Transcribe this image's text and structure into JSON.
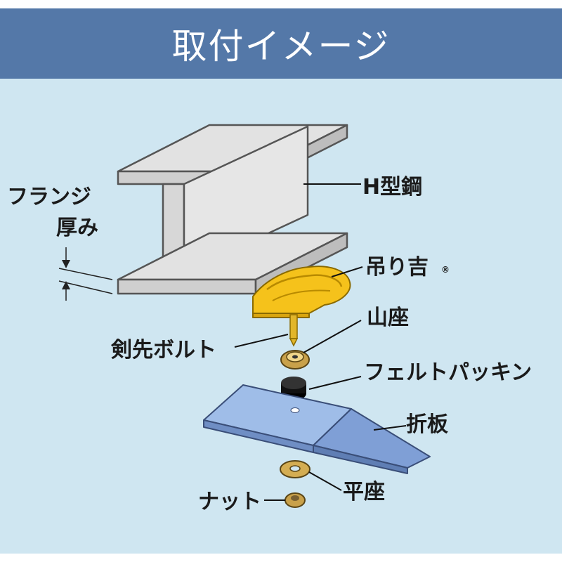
{
  "header": {
    "title": "取付イメージ"
  },
  "labels": {
    "h_beam": "H型鋼",
    "flange_thickness_1": "フランジ",
    "flange_thickness_2": "厚み",
    "hanger": "吊り吉",
    "registered_mark": "®",
    "mountain_seat": "山座",
    "sword_bolt": "剣先ボルト",
    "felt_packing": "フェルトパッキン",
    "folded_plate": "折板",
    "flat_seat": "平座",
    "nut": "ナット"
  },
  "colors": {
    "header_bg": "#5478a8",
    "panel_bg": "#cfe6f1",
    "steel": "#dcdcdc",
    "steel_dark": "#b9b9b9",
    "hanger": "#f5c21b",
    "plate": "#8fb0e0",
    "packing": "#111111",
    "washer": "#e6c06a"
  }
}
